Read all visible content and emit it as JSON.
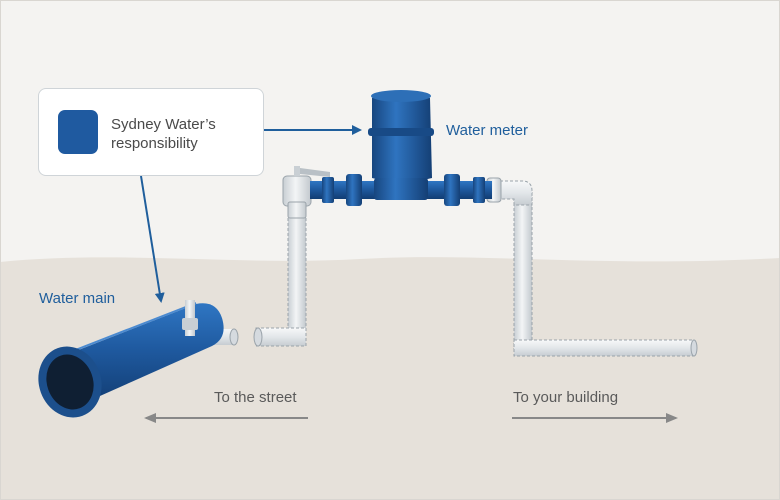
{
  "legend": {
    "label": "Sydney Water’s responsibility",
    "swatch_color": "#1f5aa0"
  },
  "labels": {
    "water_meter": "Water meter",
    "water_main": "Water main",
    "to_street": "To the street",
    "to_building": "To your building"
  },
  "colors": {
    "sky": "#f4f3f1",
    "ground": "#e6e1da",
    "owned_pipe": "#1f5aa0",
    "customer_pipe": "#e3e7ea",
    "text_blue": "#1f5e9c",
    "arrow_grey": "#888888"
  }
}
